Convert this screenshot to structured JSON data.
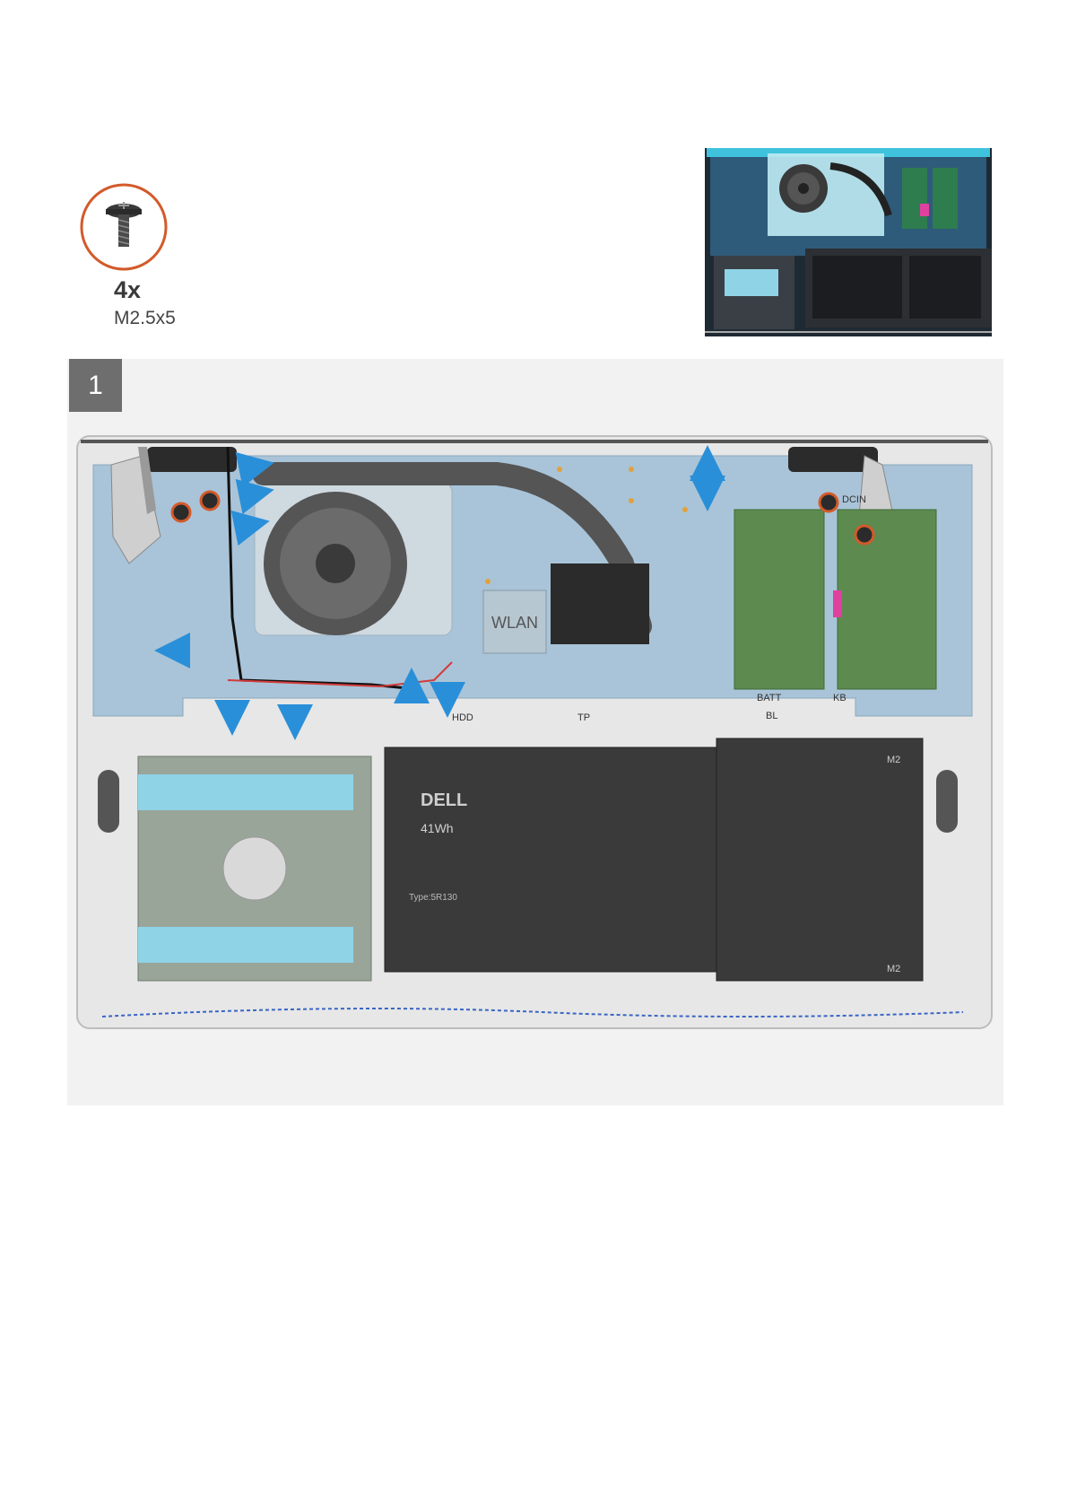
{
  "screw": {
    "quantity": "4x",
    "size": "M2.5x5",
    "icon": "screw-icon"
  },
  "step": {
    "number": "1"
  },
  "labels": {
    "wlan": "WLAN",
    "hdd": "HDD",
    "tp": "TP",
    "bl": "BL",
    "kb": "KB",
    "batt": "BATT",
    "dcin": "DCIN",
    "m2_top": "M2",
    "m2_bottom": "M2",
    "battery_brand": "DELL",
    "battery_capacity": "41Wh",
    "battery_type": "Type:5R130"
  },
  "colors": {
    "board": "#a9c4d8",
    "arrow": "#2a8fd9",
    "screw_ring": "#d35a2a",
    "overview_cyan": "#3fc3dc",
    "panel": "#f2f2f2",
    "badge": "#6e6e6e"
  }
}
